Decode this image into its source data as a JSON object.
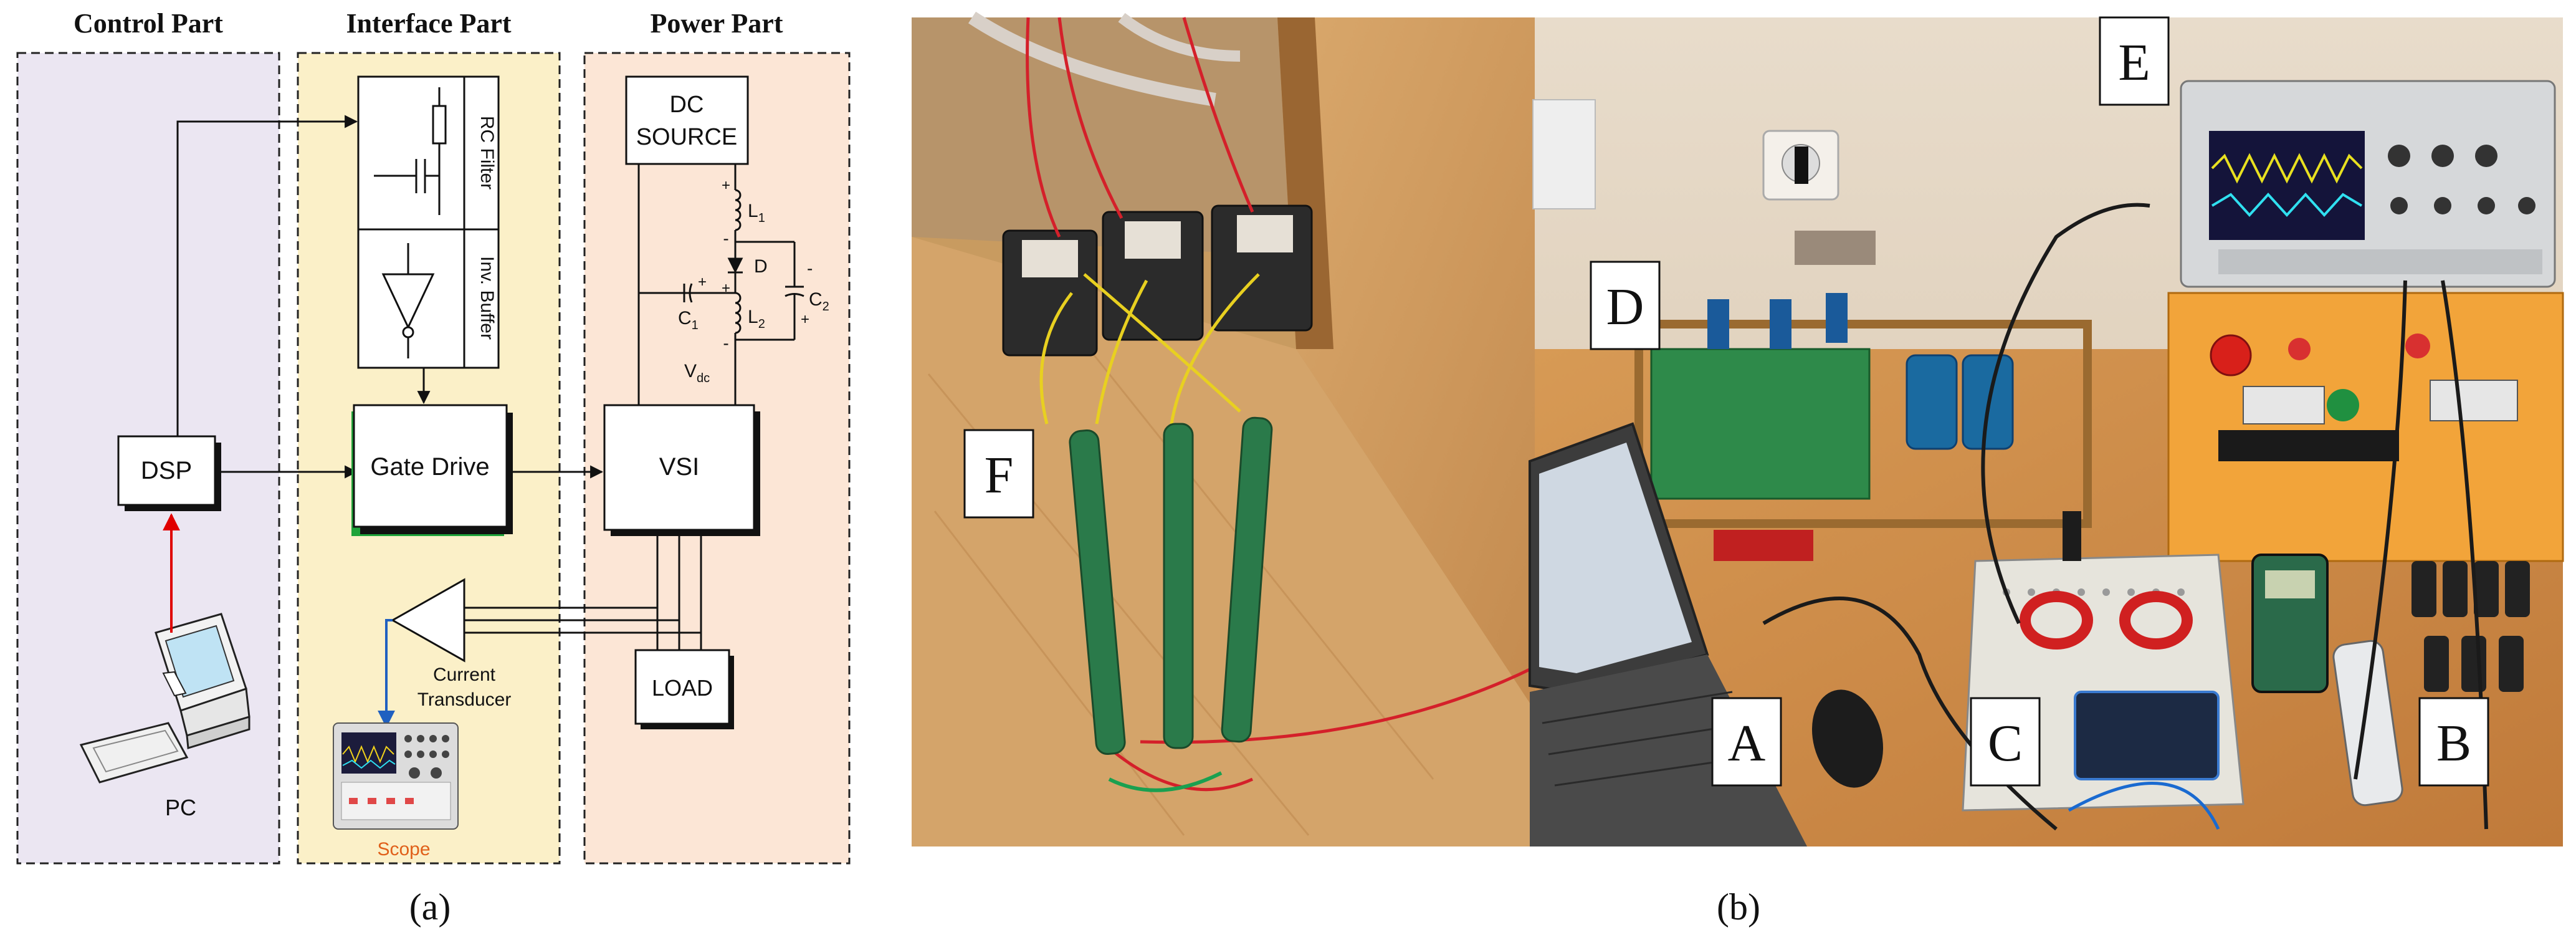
{
  "panel_a": {
    "sections": {
      "control": "Control Part",
      "interface": "Interface Part",
      "power": "Power Part"
    },
    "blocks": {
      "dsp": "DSP",
      "pc": "PC",
      "rc_filter": "RC Filter",
      "inv_buffer": "Inv. Buffer",
      "gate_drive": "Gate Drive",
      "dc_source_line1": "DC",
      "dc_source_line2": "SOURCE",
      "vsi": "VSI",
      "load": "LOAD",
      "current_transducer_line1": "Current",
      "current_transducer_line2": "Transducer",
      "scope": "Scope"
    },
    "circuit": {
      "l1": "L",
      "l1_sub": "1",
      "l2": "L",
      "l2_sub": "2",
      "c1": "C",
      "c1_sub": "1",
      "c2": "C",
      "c2_sub": "2",
      "diode": "D",
      "vdc": "V",
      "vdc_sub": "dc",
      "plus": "+",
      "minus": "-"
    },
    "caption": "(a)"
  },
  "panel_b": {
    "labels": [
      "F",
      "E",
      "D",
      "A",
      "C",
      "B"
    ],
    "caption": "(b)"
  },
  "colors": {
    "control_bg": "#ebe6f2",
    "interface_bg": "#fbf0c8",
    "power_bg": "#fce6d6",
    "pc_link": "#e00000",
    "scope_link": "#2060c0",
    "gate_drive_accent": "#1fa33a",
    "scope_text": "#e0601a"
  }
}
